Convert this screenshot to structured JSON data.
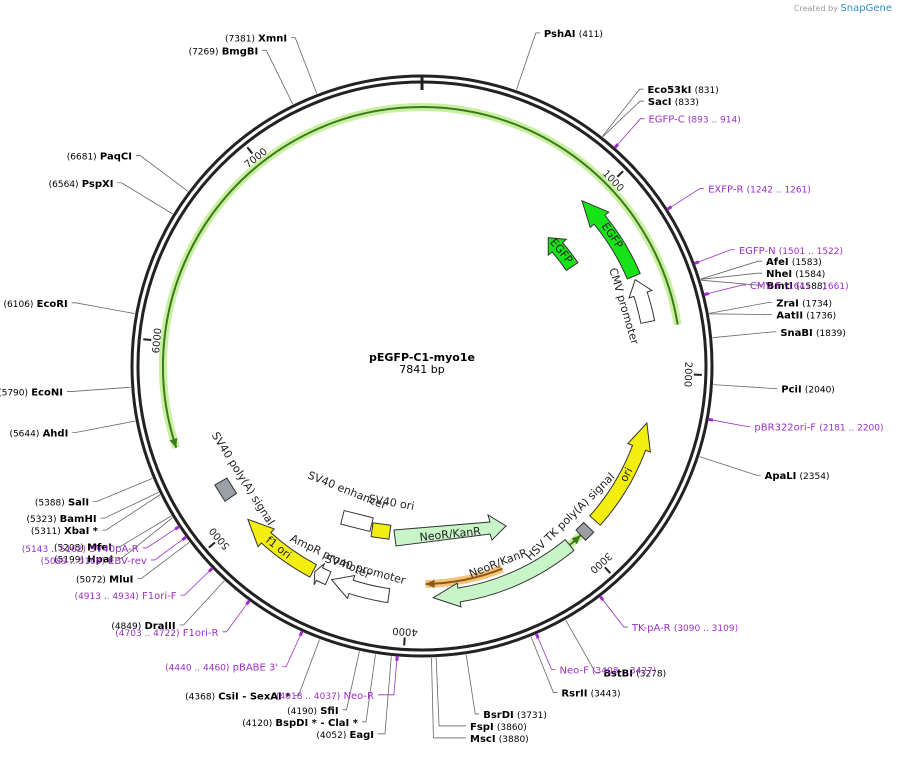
{
  "watermark": {
    "prefix": "Created by",
    "brand": "SnapGene"
  },
  "plasmid": {
    "name": "pEGFP-C1-myo1e",
    "length_label": "7841 bp",
    "length": 7841
  },
  "colors": {
    "backbone": "#222222",
    "enzyme": "#000000",
    "primer": "#9b30c6",
    "egfp": "#18e318",
    "ori": "#f2ee10",
    "neo": "#c8f5c8",
    "promoter": "#ffffff",
    "polya": "#9aa0a6",
    "feature_outline": "#333333",
    "myo1e_glow": "#c9f0a0",
    "myo1e_line": "#3c7a1e",
    "tk_glow": "#f5c27a",
    "tk_line": "#8a5a14"
  },
  "ticks": [
    {
      "bp": 1000,
      "label": "1000"
    },
    {
      "bp": 2000,
      "label": "2000"
    },
    {
      "bp": 3000,
      "label": "3000"
    },
    {
      "bp": 4000,
      "label": "4000"
    },
    {
      "bp": 5000,
      "label": "5000"
    },
    {
      "bp": 6000,
      "label": "6000"
    },
    {
      "bp": 7000,
      "label": "7000"
    }
  ],
  "enzymes": [
    {
      "bp": 411,
      "name": "PshAI",
      "pos": "(411)"
    },
    {
      "bp": 831,
      "name": "Eco53kI",
      "pos": "(831)"
    },
    {
      "bp": 833,
      "name": "SacI",
      "pos": "(833)"
    },
    {
      "bp": 1583,
      "name": "AfeI",
      "pos": "(1583)"
    },
    {
      "bp": 1584,
      "name": "NheI",
      "pos": "(1584)"
    },
    {
      "bp": 1588,
      "name": "BmtI",
      "pos": "(1588)"
    },
    {
      "bp": 1734,
      "name": "ZraI",
      "pos": "(1734)"
    },
    {
      "bp": 1736,
      "name": "AatII",
      "pos": "(1736)"
    },
    {
      "bp": 1839,
      "name": "SnaBI",
      "pos": "(1839)"
    },
    {
      "bp": 2040,
      "name": "PciI",
      "pos": "(2040)"
    },
    {
      "bp": 2354,
      "name": "ApaLI",
      "pos": "(2354)"
    },
    {
      "bp": 3278,
      "name": "BstBI",
      "pos": "(3278)"
    },
    {
      "bp": 3443,
      "name": "RsrII",
      "pos": "(3443)"
    },
    {
      "bp": 3731,
      "name": "BsrDI",
      "pos": "(3731)"
    },
    {
      "bp": 3860,
      "name": "FspI",
      "pos": "(3860)"
    },
    {
      "bp": 3880,
      "name": "MscI",
      "pos": "(3880)"
    },
    {
      "bp": 4052,
      "name": "EagI",
      "pos": "(4052)"
    },
    {
      "bp": 4120,
      "name": "BspDI * - ClaI *",
      "pos": "(4120)"
    },
    {
      "bp": 4190,
      "name": "SfiI",
      "pos": "(4190)"
    },
    {
      "bp": 4368,
      "name": "CsiI - SexAI *",
      "pos": "(4368)"
    },
    {
      "bp": 4849,
      "name": "DraIII",
      "pos": "(4849)"
    },
    {
      "bp": 5072,
      "name": "MluI",
      "pos": "(5072)"
    },
    {
      "bp": 5199,
      "name": "HpaI",
      "pos": "(5199)"
    },
    {
      "bp": 5208,
      "name": "MfeI",
      "pos": "(5208)"
    },
    {
      "bp": 5311,
      "name": "XbaI *",
      "pos": "(5311)"
    },
    {
      "bp": 5323,
      "name": "BamHI",
      "pos": "(5323)"
    },
    {
      "bp": 5388,
      "name": "SalI",
      "pos": "(5388)"
    },
    {
      "bp": 5644,
      "name": "AhdI",
      "pos": "(5644)"
    },
    {
      "bp": 5790,
      "name": "EcoNI",
      "pos": "(5790)"
    },
    {
      "bp": 6106,
      "name": "EcoRI",
      "pos": "(6106)"
    },
    {
      "bp": 6564,
      "name": "PspXI",
      "pos": "(6564)"
    },
    {
      "bp": 6681,
      "name": "PaqCI",
      "pos": "(6681)"
    },
    {
      "bp": 7269,
      "name": "BmgBI",
      "pos": "(7269)"
    },
    {
      "bp": 7381,
      "name": "XmnI",
      "pos": "(7381)"
    }
  ],
  "primers": [
    {
      "bp": 903,
      "name": "EGFP-C",
      "range": "(893 .. 914)"
    },
    {
      "bp": 1251,
      "name": "EXFP-R",
      "range": "(1242 .. 1261)"
    },
    {
      "bp": 1511,
      "name": "EGFP-N",
      "range": "(1501 .. 1522)"
    },
    {
      "bp": 1651,
      "name": "CMV-F",
      "range": "(1641 .. 1661)"
    },
    {
      "bp": 2190,
      "name": "pBR322ori-F",
      "range": "(2181 .. 2200)"
    },
    {
      "bp": 3099,
      "name": "TK-pA-R",
      "range": "(3090 .. 3109)"
    },
    {
      "bp": 3417,
      "name": "Neo-F",
      "range": "(3408 .. 3427)"
    },
    {
      "bp": 4027,
      "name": "Neo-R",
      "range": "(4018 .. 4037)"
    },
    {
      "bp": 4450,
      "name": "pBABE 3'",
      "range": "(4440 .. 4460)"
    },
    {
      "bp": 4712,
      "name": "F1ori-R",
      "range": "(4703 .. 4722)"
    },
    {
      "bp": 4923,
      "name": "F1ori-F",
      "range": "(4913 .. 4934)"
    },
    {
      "bp": 5098,
      "name": "EBV-rev",
      "range": "(5089 .. 5108)"
    },
    {
      "bp": 5152,
      "name": "SV40pA-R",
      "range": "(5143 .. 5162)"
    }
  ],
  "features": [
    {
      "label": "EGFP",
      "start": 960,
      "end": 1460,
      "r": 230,
      "dir": -1,
      "kind": "egfp"
    },
    {
      "label": "EGFP",
      "start": 970,
      "end": 1230,
      "r": 180,
      "dir": -1,
      "kind": "egfp"
    },
    {
      "label": "CMV promoter",
      "start": 1480,
      "end": 1720,
      "r": 230,
      "dir": -1,
      "kind": "promoter"
    },
    {
      "label": "ori",
      "start": 2270,
      "end": 2870,
      "r": 232,
      "dir": -1,
      "kind": "ori"
    },
    {
      "label": "HSV TK poly(A) signal",
      "start": 2920,
      "end": 2980,
      "r": 232,
      "dir": 1,
      "kind": "polya"
    },
    {
      "label": "NeoR/KanR",
      "start": 3060,
      "end": 3860,
      "r": 232,
      "dir": 1,
      "kind": "neo"
    },
    {
      "label": "SV40 promoter",
      "start": 4100,
      "end": 4420,
      "r": 232,
      "dir": 1,
      "kind": "promoter"
    },
    {
      "label": "AmpR promoter",
      "start": 4440,
      "end": 4520,
      "r": 232,
      "dir": 1,
      "kind": "promoter"
    },
    {
      "label": "f1 ori",
      "start": 4530,
      "end": 4980,
      "r": 232,
      "dir": 1,
      "kind": "ori"
    },
    {
      "label": "SV40 poly(A) signal",
      "start": 5130,
      "end": 5230,
      "r": 232,
      "dir": 1,
      "kind": "polya"
    }
  ],
  "inner_boxes": [
    {
      "label": "SV40 enhancer",
      "kind": "promoter"
    },
    {
      "label": "SV40 ori",
      "kind": "ori"
    },
    {
      "label": "NeoR/KanR",
      "kind": "neo"
    }
  ]
}
